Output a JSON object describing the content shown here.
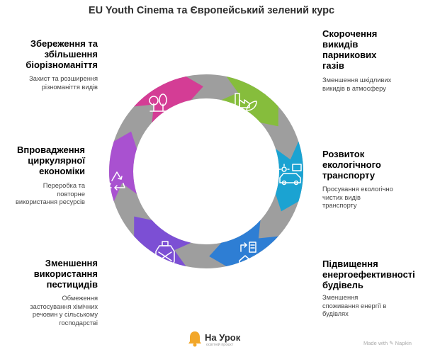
{
  "title": "EU Youth Cinema та Європейський зелений курс",
  "colors": {
    "ring": "#9e9e9e",
    "pink": "#d43d95",
    "green": "#86bd3c",
    "cyan": "#1ba3d2",
    "blue": "#2e7ed4",
    "violet": "#7c4fd4",
    "purple": "#a951d0"
  },
  "segments": [
    {
      "id": "biodiversity",
      "label": "Збереження та збільшення біорізноманіття",
      "desc": "Захист та розширення різноманіття видів",
      "color": "#d43d95",
      "icon": "trees-icon"
    },
    {
      "id": "emissions",
      "label": "Скорочення викидів парникових газів",
      "desc": "Зменшення шкідливих викидів в атмосферу",
      "color": "#86bd3c",
      "icon": "factory-leaf-icon"
    },
    {
      "id": "transport",
      "label": "Розвиток екологічного транспорту",
      "desc": "Просування екологічно чистих видів транспорту",
      "color": "#1ba3d2",
      "icon": "eco-car-icon"
    },
    {
      "id": "energy",
      "label": "Підвищення енергоефективності будівель",
      "desc": "Зменшення споживання енергії в будівлях",
      "color": "#2e7ed4",
      "icon": "efficient-house-icon"
    },
    {
      "id": "pesticides",
      "label": "Зменшення використання пестицидів",
      "desc": "Обмеження застосування хімічних речовин у сільському господарстві",
      "color": "#7c4fd4",
      "icon": "pesticide-bottle-icon"
    },
    {
      "id": "circular",
      "label": "Впровадження циркулярної економіки",
      "desc": "Переробка та повторне використання ресурсів",
      "color": "#a951d0",
      "icon": "recycle-icon"
    }
  ],
  "footer": {
    "logo_text": "На Урок",
    "logo_sub": "освітній проєкт",
    "credit": "Made with ✎ Napkin"
  }
}
